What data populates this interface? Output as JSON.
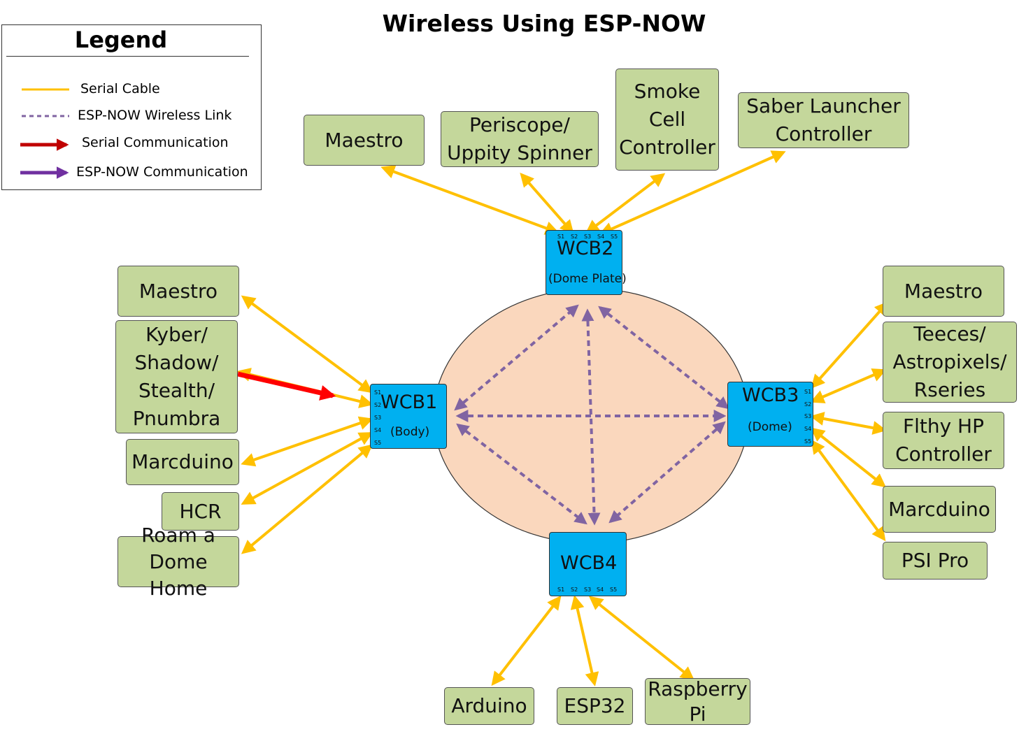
{
  "title": "Wireless Using ESP-NOW",
  "legend": {
    "title": "Legend",
    "items": [
      {
        "label": "Serial Cable",
        "style": "solid-line",
        "color": "#ffc000"
      },
      {
        "label": "ESP-NOW Wireless Link",
        "style": "dashed-line",
        "color": "#8064a2"
      },
      {
        "label": "Serial Communication",
        "style": "arrow",
        "color": "#c00000"
      },
      {
        "label": "ESP-NOW Communication",
        "style": "arrow",
        "color": "#7030a0"
      }
    ]
  },
  "hubs": {
    "wcb1": {
      "name": "WCB1",
      "sub": "(Body)",
      "ports": [
        "S1",
        "S2",
        "S3",
        "S4",
        "S5"
      ]
    },
    "wcb2": {
      "name": "WCB2",
      "sub": "(Dome Plate)",
      "ports": [
        "S1",
        "S2",
        "S3",
        "S4",
        "S5"
      ]
    },
    "wcb3": {
      "name": "WCB3",
      "sub": "(Dome)",
      "ports": [
        "S1",
        "S2",
        "S3",
        "S4",
        "S5"
      ]
    },
    "wcb4": {
      "name": "WCB4",
      "sub": "",
      "ports": [
        "S1",
        "S2",
        "S3",
        "S4",
        "S5"
      ]
    }
  },
  "devices": {
    "wcb1": [
      {
        "lines": [
          "Maestro"
        ]
      },
      {
        "lines": [
          "Kyber/",
          "Shadow/",
          "Stealth/",
          "Pnumbra"
        ]
      },
      {
        "lines": [
          "Marcduino"
        ]
      },
      {
        "lines": [
          "HCR"
        ]
      },
      {
        "lines": [
          "Roam a",
          "Dome Home"
        ]
      }
    ],
    "wcb2": [
      {
        "lines": [
          "Maestro"
        ]
      },
      {
        "lines": [
          "Periscope/",
          "Uppity Spinner"
        ]
      },
      {
        "lines": [
          "Smoke",
          "Cell",
          "Controller"
        ]
      },
      {
        "lines": [
          "Saber Launcher",
          "Controller"
        ]
      }
    ],
    "wcb3": [
      {
        "lines": [
          "Maestro"
        ]
      },
      {
        "lines": [
          "Teeces/",
          "Astropixels/",
          "Rseries"
        ]
      },
      {
        "lines": [
          "Flthy HP",
          "Controller"
        ]
      },
      {
        "lines": [
          "Marcduino"
        ]
      },
      {
        "lines": [
          "PSI Pro"
        ]
      }
    ],
    "wcb4": [
      {
        "lines": [
          "Arduino"
        ]
      },
      {
        "lines": [
          "ESP32"
        ]
      },
      {
        "lines": [
          "Raspberry",
          "Pi"
        ]
      }
    ]
  },
  "colors": {
    "serial_cable": "#ffc000",
    "wireless_link": "#8064a2",
    "serial_comm": "#ff0000",
    "hub": "#00b0f0",
    "device": "#c4d79b",
    "network_zone": "#fad7bd"
  }
}
